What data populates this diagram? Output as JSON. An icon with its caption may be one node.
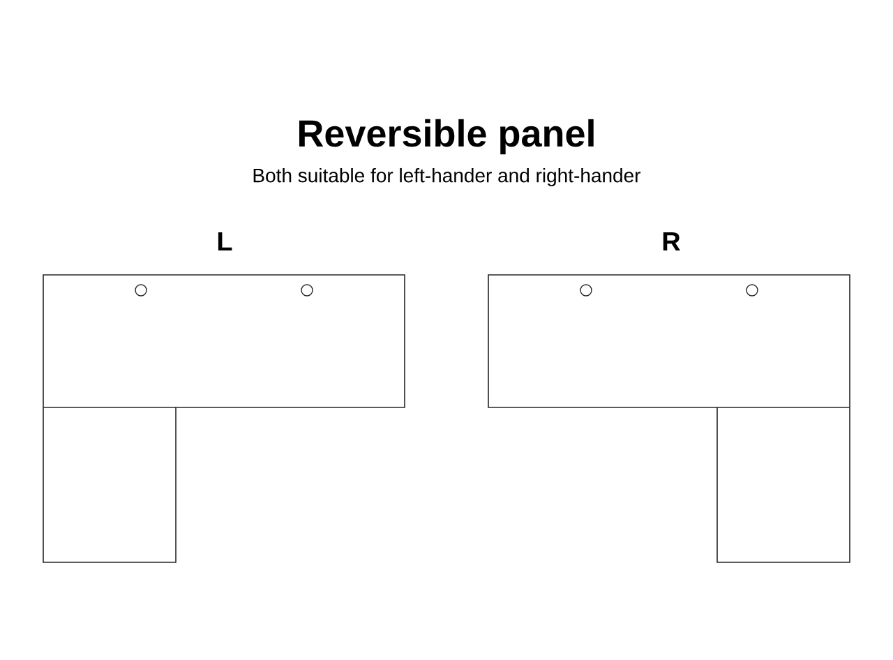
{
  "diagram": {
    "title": "Reversible panel",
    "labels": [
      "Both suitable for left-hander and right-hander",
      "L",
      "R"
    ]
  }
}
